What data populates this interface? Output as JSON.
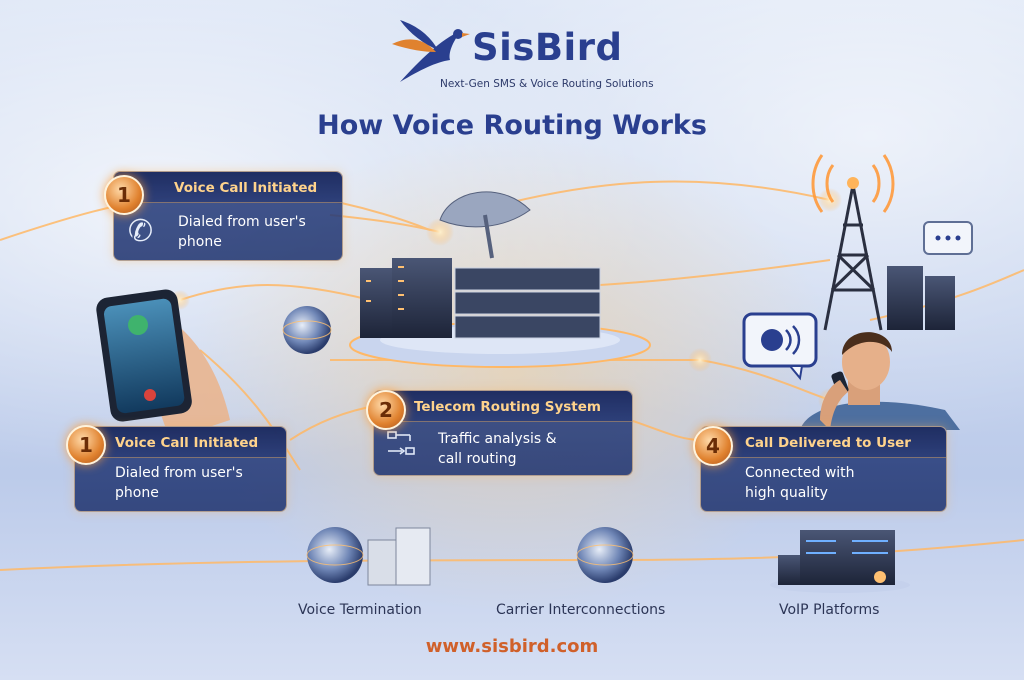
{
  "brand": {
    "name": "SisBird",
    "tagline": "Next-Gen SMS & Voice Routing Solutions",
    "logo_icon": "bird-logo-icon",
    "colors": {
      "primary": "#2a3f8f",
      "accent": "#e0822f",
      "link": "#d0602a"
    }
  },
  "title": "How Voice Routing Works",
  "steps": [
    {
      "number": "1",
      "title": "Voice Call Initiated",
      "body_line1": "Dialed from user's",
      "body_line2": "phone",
      "icon": "phone-handset-icon"
    },
    {
      "number": "1",
      "title": "Voice Call Initiated",
      "body_line1": "Dialed from user's",
      "body_line2": "phone"
    },
    {
      "number": "2",
      "title": "Telecom Routing System",
      "body_line1": "Traffic analysis &",
      "body_line2": "call routing",
      "icon": "routing-flow-icon"
    },
    {
      "number": "4",
      "title": "Call Delivered to User",
      "body_line1": "Connected with",
      "body_line2": "high quality"
    }
  ],
  "bottom_items": [
    {
      "label": "Voice Termination",
      "icon": "globe-server-icon"
    },
    {
      "label": "Carrier Interconnections",
      "icon": "globe-icon"
    },
    {
      "label": "VoIP Platforms",
      "icon": "server-rack-icon"
    }
  ],
  "website": "www.sisbird.com"
}
